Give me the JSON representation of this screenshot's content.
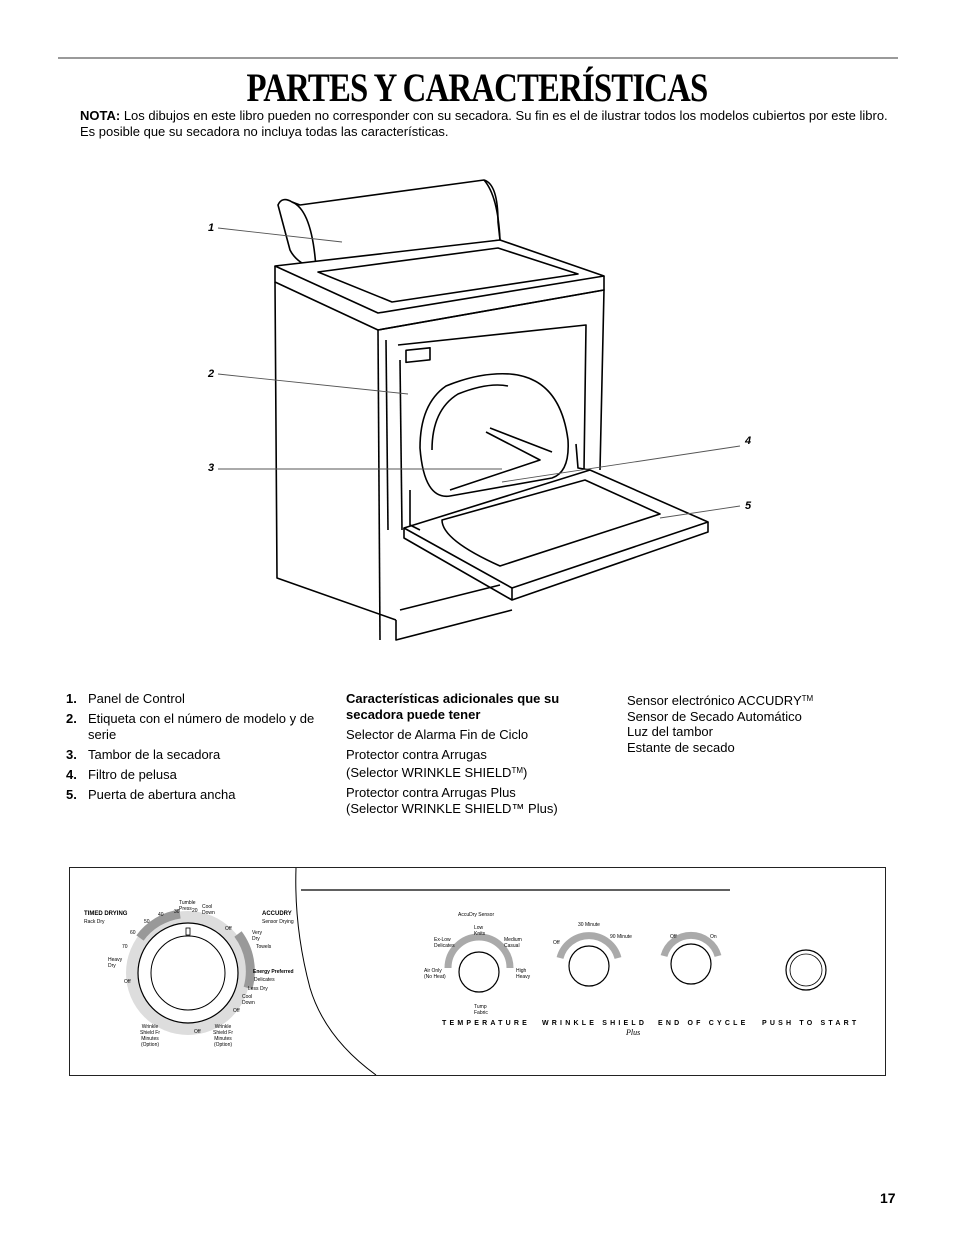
{
  "header": {
    "title": "PARTES Y CARACTERÍSTICAS",
    "note_label": "NOTA:",
    "note_text": "Los dibujos en este libro pueden no corresponder con su secadora. Su fin es el de ilustrar todos los modelos cubiertos por este libro. Es posible que su secadora no incluya todas las características."
  },
  "diagram": {
    "callouts": [
      "1",
      "2",
      "3",
      "4",
      "5"
    ]
  },
  "parts_list": [
    {
      "num": "1.",
      "label": "Panel de Control"
    },
    {
      "num": "2.",
      "label": "Etiqueta con el número de modelo y de serie"
    },
    {
      "num": "3.",
      "label": "Tambor de la secadora"
    },
    {
      "num": "4.",
      "label": "Filtro de pelusa"
    },
    {
      "num": "5.",
      "label": "Puerta de abertura ancha"
    }
  ],
  "additional": {
    "heading": "Características adicionales que su secadora puede tener",
    "items": [
      "Selector de Alarma Fin de Ciclo",
      "Protector contra Arrugas",
      "(Selector WRINKLE SHIELD",
      "TM",
      ")",
      "Protector contra Arrugas Plus",
      "(Selector WRINKLE SHIELD™ Plus)"
    ]
  },
  "features": {
    "sensor_prefix": "Sensor electrónico ACCUDRY",
    "sensor_tm": "TM",
    "items": [
      "Sensor de Secado Automático",
      "Luz del tambor",
      "Estante de secado"
    ]
  },
  "control_panel": {
    "timed_drying": "TIMED DRYING",
    "rack_dry": "Rack Dry",
    "accudry": "ACCUDRY",
    "sensor_drying": "Sensor Drying",
    "dial_marks": [
      "70",
      "60",
      "50",
      "40",
      "30",
      "20",
      "Tumble Press",
      "Cool Down",
      "Off",
      "Very Dry",
      "Towels",
      "Energy Preferred",
      "Delicates",
      "Less Dry",
      "Cool Down",
      "Off",
      "Wrinkle Shield Fr Minutes (Option)",
      "Off",
      "Wrinkle Shield Fr Minutes (Option)",
      "Off",
      "Heavy Dry"
    ],
    "accudry_sensor": "AccuDry Sensor",
    "temp_marks": [
      "Low Knits",
      "Ex-Low Delicates",
      "Medium Casual",
      "Air Only (No Heat)",
      "High Heavy",
      "Tump Fabric"
    ],
    "wrinkle_marks": [
      "Off",
      "30 Minute",
      "90 Minute"
    ],
    "end_marks": [
      "Off",
      "On"
    ],
    "labels": {
      "temperature": "TEMPERATURE",
      "wrinkle": "WRINKLE SHIELD",
      "plus": "Plus",
      "end_cycle": "END OF CYCLE",
      "push": "PUSH TO START"
    }
  },
  "page_number": "17"
}
